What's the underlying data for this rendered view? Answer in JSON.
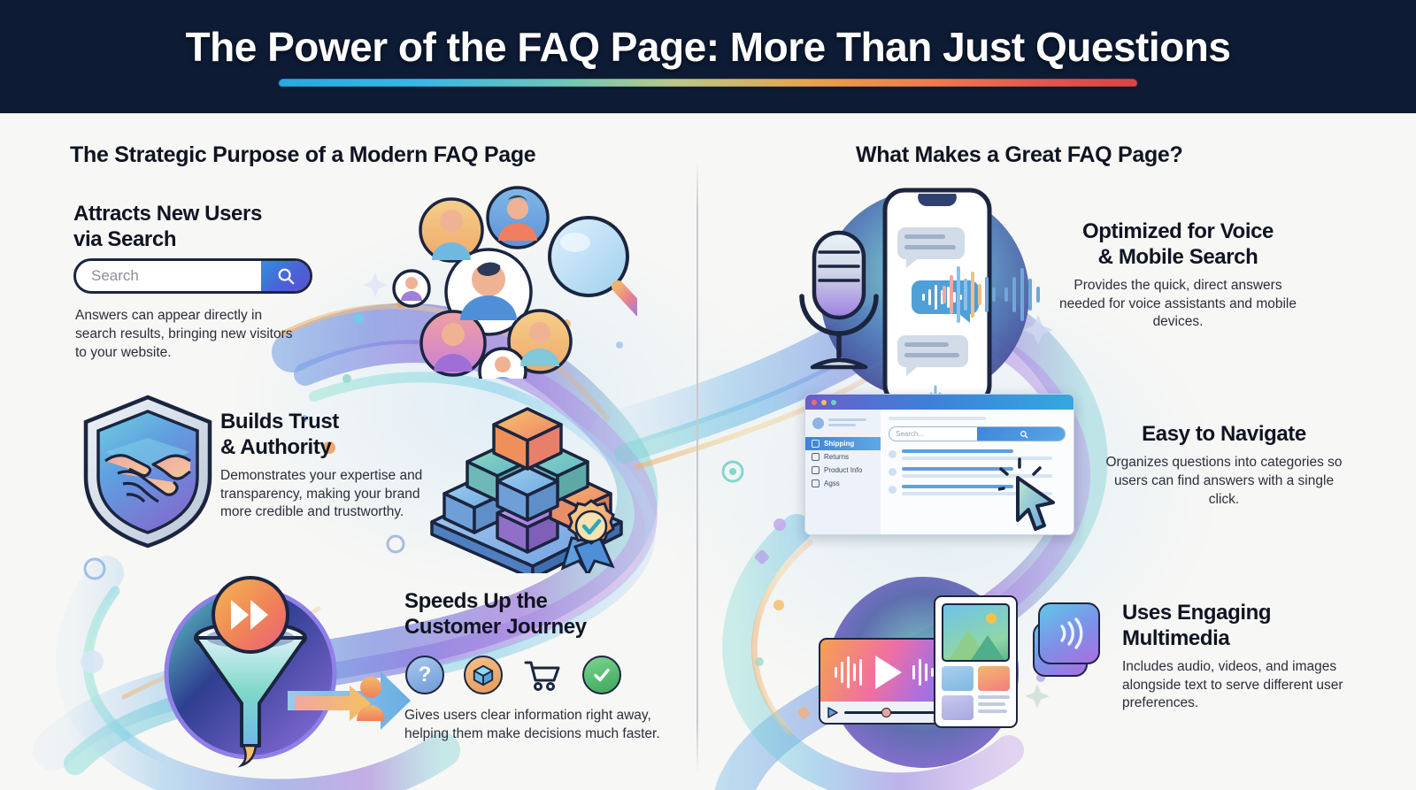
{
  "header": {
    "title": "The Power of the FAQ Page: More Than Just Questions"
  },
  "columns": {
    "left": {
      "heading": "The Strategic Purpose of a Modern FAQ Page",
      "items": [
        {
          "title": "Attracts New Users\nvia Search",
          "title_line1": "Attracts New Users",
          "title_line2": "via Search",
          "desc": "Answers can appear directly in search results, bringing new visitors to your website.",
          "search_placeholder": "Search",
          "icon": "search-icon"
        },
        {
          "title_line1": "Builds Trust",
          "title_line2": "& Authority",
          "desc": "Demonstrates your expertise and transparency, making your brand more credible and trustworthy.",
          "icon": "shield-handshake-icon"
        },
        {
          "title_line1": "Speeds Up the",
          "title_line2": "Customer Journey",
          "desc": "Gives users clear information right away, helping them make decisions much faster.",
          "icon": "funnel-fastforward-icon",
          "step_icons": [
            "question-icon",
            "package-icon",
            "shopping-cart-icon",
            "check-circle-icon"
          ]
        }
      ]
    },
    "right": {
      "heading": "What Makes a Great FAQ Page?",
      "items": [
        {
          "title_line1": "Optimized for Voice",
          "title_line2": "& Mobile Search",
          "desc": "Provides the quick, direct answers needed for voice assistants and mobile devices.",
          "icon": "microphone-phone-icon"
        },
        {
          "title_line1": "Easy to Navigate",
          "title_line2": "",
          "desc": "Organizes questions into categories so users can find answers with a single click.",
          "icon": "browser-window-icon"
        },
        {
          "title_line1": "Uses Engaging",
          "title_line2": "Multimedia",
          "desc": "Includes audio, videos, and images alongside text to serve different user preferences.",
          "icon": "multimedia-cards-icon"
        }
      ]
    }
  },
  "browser_mock": {
    "nav_items": [
      "Shipping",
      "Returns",
      "Product Info",
      "Agss"
    ],
    "active_nav": "Shipping",
    "search_placeholder": "Search..."
  },
  "colors": {
    "header_bg": "#0d1b35",
    "page_bg": "#f7f7f5",
    "title_text": "#ffffff",
    "heading_text": "#101422",
    "body_text": "#2a2e3a",
    "accent_blue": "#3f83d8",
    "accent_purple": "#6d5ec9",
    "accent_orange": "#ef8a4b",
    "accent_green": "#3ba75b",
    "rule_gradient_start": "#27a9e0",
    "rule_gradient_end": "#d94444"
  }
}
